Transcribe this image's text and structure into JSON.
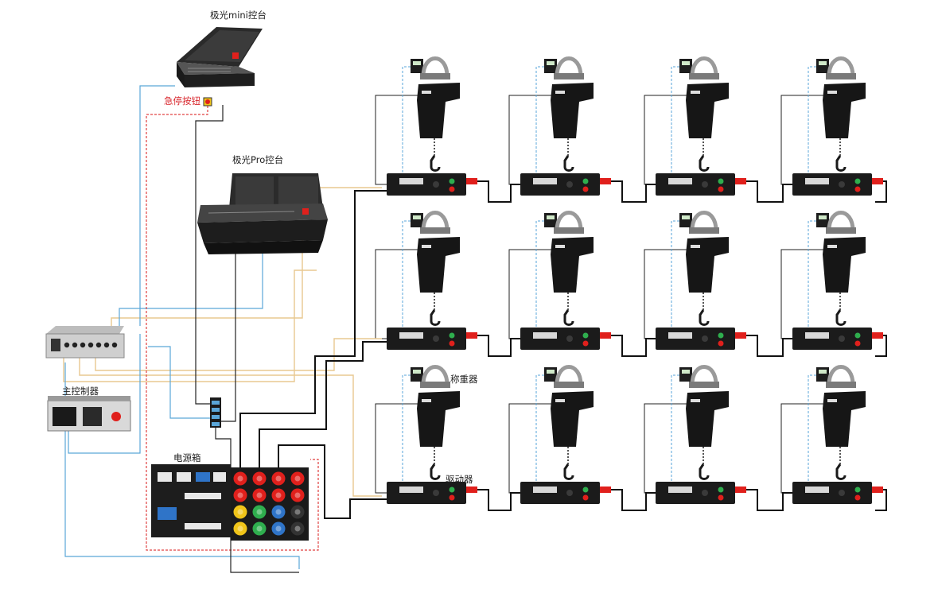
{
  "labels": {
    "mini_console": "极光mini控台",
    "emergency_stop": "急停按钮",
    "pro_console": "极光Pro控台",
    "main_controller": "主控制器",
    "power_box": "电源箱",
    "load_cell": "称重器",
    "driver": "驱动器"
  },
  "hoist_grid": {
    "rows": 3,
    "columns": 4
  },
  "colors": {
    "data_cable": "#5aa6d8",
    "estop_cable": "#e04040",
    "signal_cable": "#e8c890",
    "power_cable": "#111111",
    "power_socket": "#e0201c",
    "accent_green": "#2fae4e",
    "accent_blue": "#2f74c8",
    "accent_yellow": "#f0c419"
  }
}
